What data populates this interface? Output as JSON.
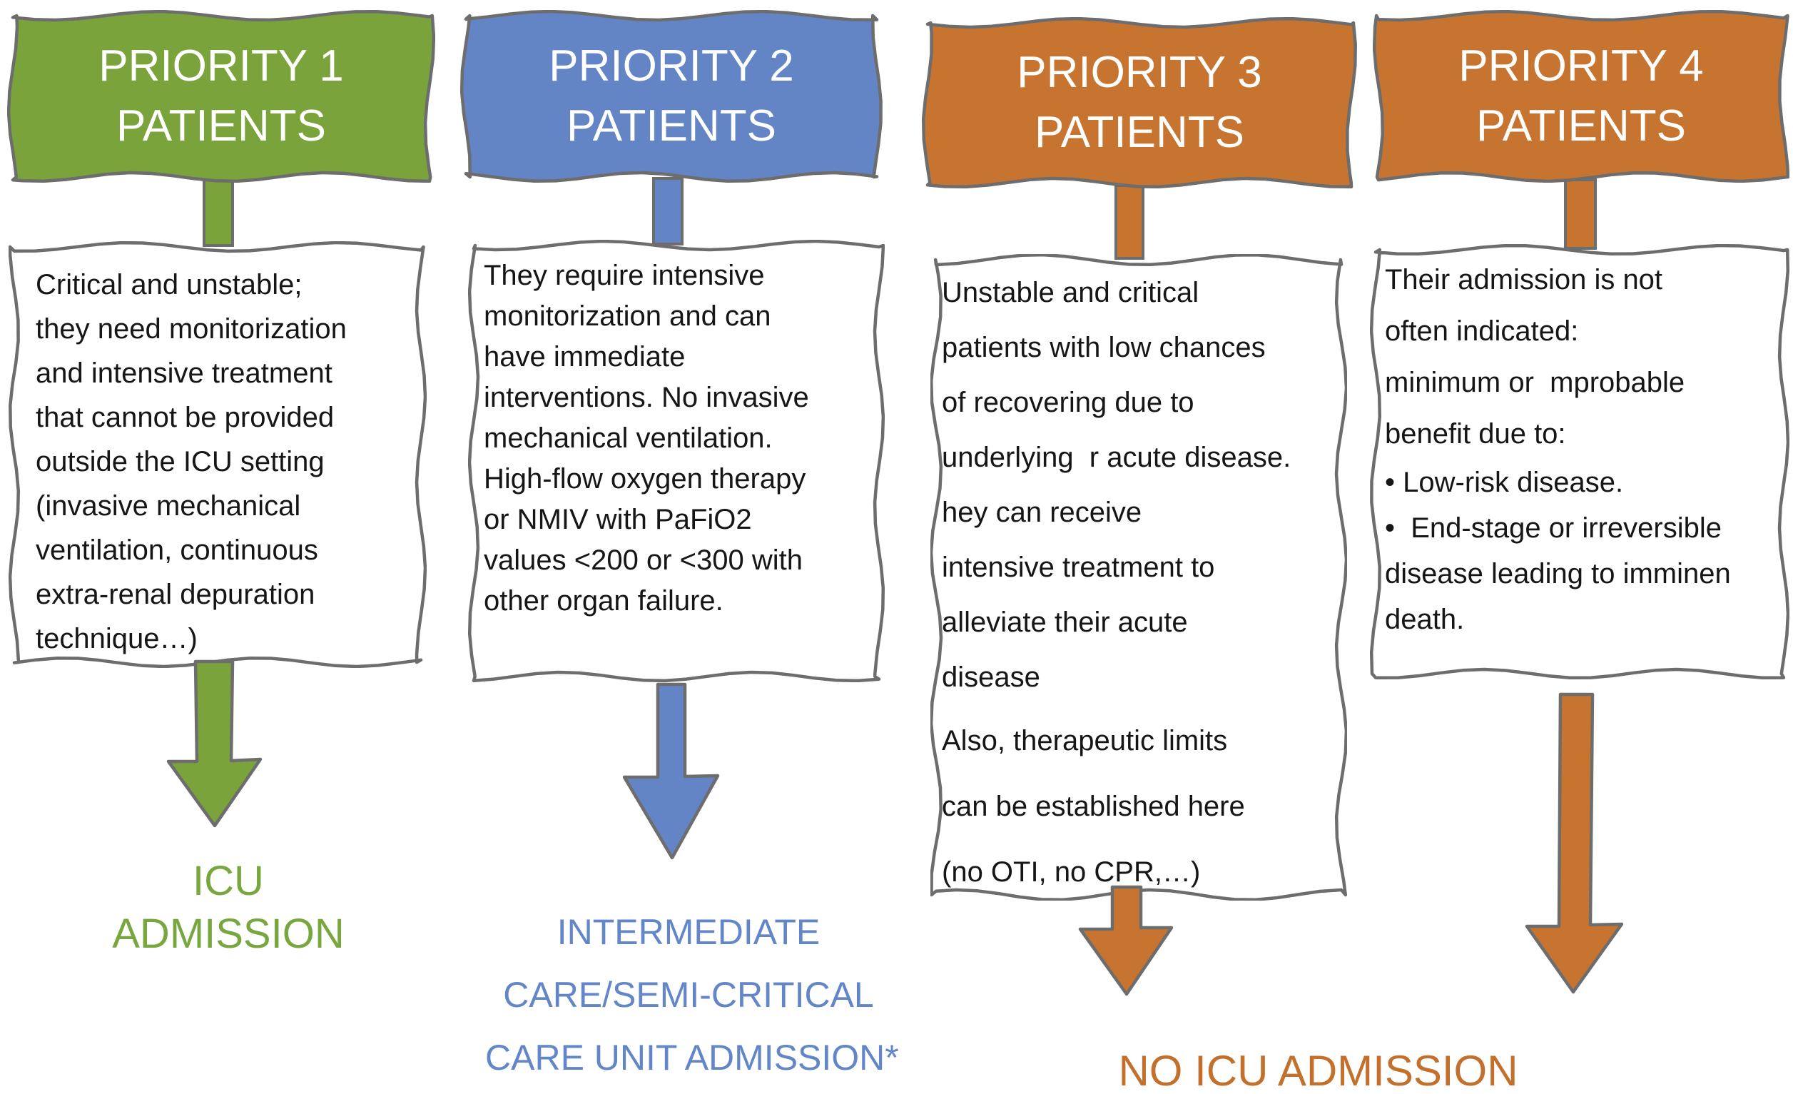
{
  "page": {
    "background": "#ffffff",
    "box_fill": "#ffffff",
    "border_gray": "#6d6d6d",
    "body_text_color": "#161616"
  },
  "columns": [
    {
      "header": "PRIORITY 1 PATIENTS",
      "color": "#7aa33c",
      "text_color": "#78a740",
      "body_lines": [
        "Critical and unstable;",
        "they need monitorization",
        "and intensive treatment",
        "that cannot be provided",
        "outside the ICU setting",
        "(invasive mechanical",
        "ventilation, continuous",
        "extra-renal depuration",
        "technique…)"
      ],
      "outcome_lines": [
        "ICU",
        "ADMISSION"
      ]
    },
    {
      "header": "PRIORITY 2 PATIENTS",
      "color": "#6384c5",
      "text_color": "#6286c8",
      "body_lines": [
        "They require intensive",
        "monitorization and can",
        "have immediate",
        "interventions. No invasive",
        "mechanical ventilation.",
        "High-flow oxygen therapy",
        "or NMIV with PaFiO2",
        "values <200 or <300 with",
        "other organ failure."
      ],
      "outcome_lines": [
        "INTERMEDIATE",
        "CARE/SEMI-CRITICAL",
        "CARE UNIT ADMISSION*"
      ]
    },
    {
      "header": "PRIORITY 3 PATIENTS",
      "color": "#c6742f",
      "body_paragraphs": {
        "first": [
          "Unstable and critical",
          "patients with low chances",
          "of recovering due to",
          "underlying  r acute disease.",
          "hey can receive",
          "intensive treatment to",
          "alleviate their acute",
          "disease"
        ],
        "second": [
          "Also, therapeutic limits",
          "can be established here",
          "(no OTI, no CPR,…)"
        ]
      }
    },
    {
      "header": "PRIORITY 4 PATIENTS",
      "color": "#c6742f",
      "intro_lines": [
        "Their admission is not",
        "often indicated:",
        "minimum or  mprobable",
        "benefit due to:"
      ],
      "bullet_lines": [
        "• Low-risk disease.",
        "•  End-stage or irreversible",
        "disease leading to imminen",
        "death."
      ]
    }
  ],
  "shared_outcome": {
    "label": "NO ICU ADMISSION",
    "color": "#c2702c"
  }
}
